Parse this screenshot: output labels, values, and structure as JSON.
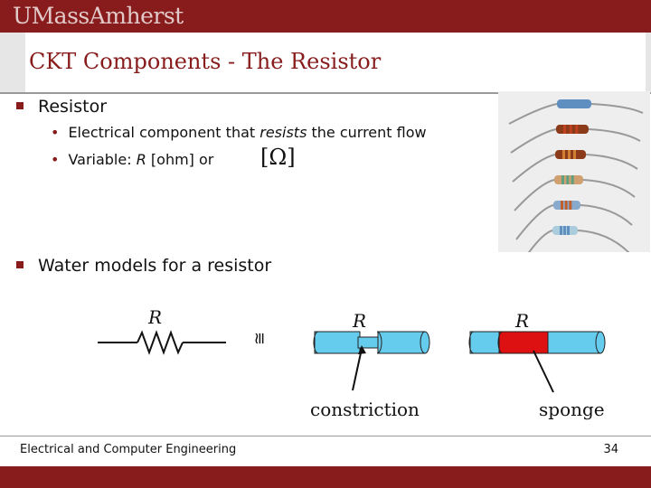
{
  "header": {
    "logo_text": "UMassAmherst"
  },
  "slide": {
    "title": "CKT Components - The Resistor",
    "bullet1": "Resistor",
    "sub1_pre": "Electrical component that ",
    "sub1_em": "resists",
    "sub1_post": " the current flow",
    "sub2_pre": "Variable: ",
    "sub2_var": "R",
    "sub2_post": " [ohm] or",
    "unit_symbol": "[Ω]",
    "bullet2": "Water models for a resistor"
  },
  "figure": {
    "resistor_label": "R",
    "approx_symbol": "≅",
    "constriction_label": "R",
    "constriction_caption": "constriction",
    "sponge_label": "R",
    "sponge_caption": "sponge",
    "pipe_color": "#66ccee",
    "sponge_color": "#dd1111"
  },
  "photo": {
    "resistor_bands": [
      [
        "#5f8fc0",
        "#5f8fc0",
        "#5f8fc0"
      ],
      [
        "#8b3a1a",
        "#c04020",
        "#8b3a1a"
      ],
      [
        "#8b3a1a",
        "#d08030",
        "#8b3a1a"
      ],
      [
        "#d0a070",
        "#60a080",
        "#806040"
      ],
      [
        "#88aacc",
        "#c06030",
        "#88aacc"
      ],
      [
        "#aaccdd",
        "#6090c0",
        "#aaccdd"
      ]
    ]
  },
  "footer": {
    "text": "Electrical and Computer Engineering",
    "page": "34"
  },
  "colors": {
    "brand": "#881c1c"
  }
}
